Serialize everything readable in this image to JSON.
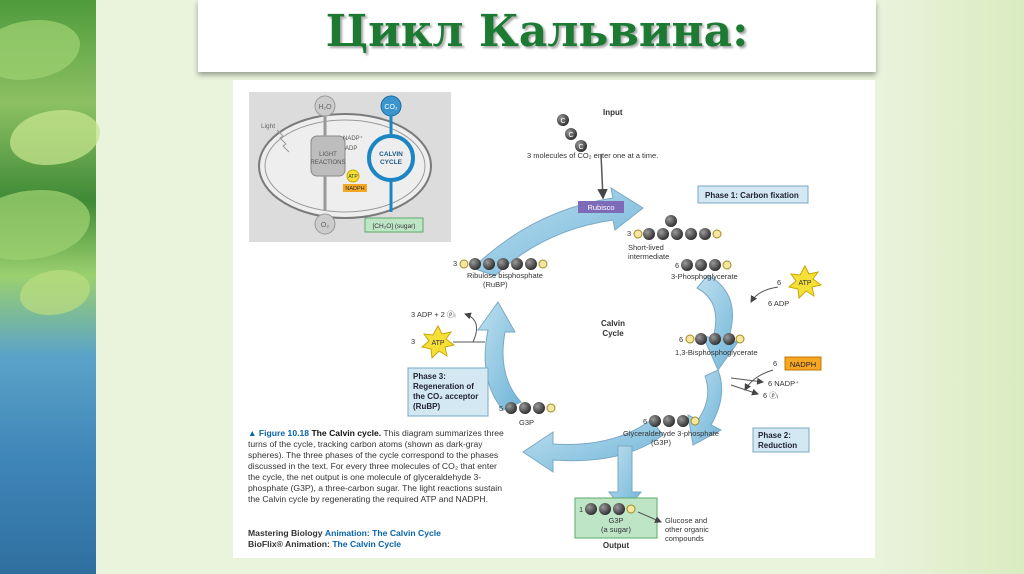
{
  "slide": {
    "title": "Цикл Кальвина:"
  },
  "inset": {
    "h2o": "H₂O",
    "co2": "CO₂",
    "light": "Light",
    "light_reactions_1": "LIGHT",
    "light_reactions_2": "REACTIONS",
    "nadp": "NADP⁺",
    "adp": "ADP",
    "atp": "ATP",
    "nadph": "NADPH",
    "calvin_1": "CALVIN",
    "calvin_2": "CYCLE",
    "o2": "O₂",
    "sugar": "[CH₂O] (sugar)"
  },
  "diagram": {
    "input": "Input",
    "input_desc": "3 molecules of CO₂ enter one at a time.",
    "rubisco": "Rubisco",
    "phase1": "Phase 1: Carbon fixation",
    "intermediate_count": "3",
    "intermediate_1": "Short-lived",
    "intermediate_2": "intermediate",
    "pga_count": "6",
    "pga": "3-Phosphoglycerate",
    "atp_count_1": "6",
    "atp": "ATP",
    "adp_6": "6 ADP",
    "bpg_count": "6",
    "bpg": "1,3-Bisphosphoglycerate",
    "nadph_count": "6",
    "nadph": "NADPH",
    "nadp_6": "6 NADP⁺",
    "pi_6": "6 ⓟᵢ",
    "g3p_count": "6",
    "g3p_1": "Glyceraldehyde 3-phosphate",
    "g3p_2": "(G3P)",
    "phase2_1": "Phase 2:",
    "phase2_2": "Reduction",
    "output_count": "1",
    "output_g3p": "G3P",
    "output_sugar": "(a sugar)",
    "output": "Output",
    "glucose_1": "Glucose and",
    "glucose_2": "other organic",
    "glucose_3": "compounds",
    "g3p5_count": "5",
    "g3p5": "G3P",
    "phase3_1": "Phase 3:",
    "phase3_2": "Regeneration of",
    "phase3_3": "the CO₂ acceptor",
    "phase3_4": "(RuBP)",
    "atp3_count": "3",
    "adp3": "3 ADP + 2 ⓟᵢ",
    "rubp_count": "3",
    "rubp_1": "Ribulose bisphosphate",
    "rubp_2": "(RuBP)",
    "calvin_1": "Calvin",
    "calvin_2": "Cycle",
    "carbon": "C",
    "phosphate": "P"
  },
  "caption": {
    "fig": "▲ Figure 10.18",
    "fig_title": "The Calvin cycle.",
    "text": "This diagram summarizes three turns of the cycle, tracking carbon atoms (shown as dark-gray spheres). The three phases of the cycle correspond to the phases discussed in the text. For every three molecules of CO₂ that enter the cycle, the net output is one molecule of glyceraldehyde 3-phosphate (G3P), a three-carbon sugar. The light reactions sustain the Calvin cycle by regenerating the required ATP and NADPH.",
    "mb_key": "Mastering Biology",
    "mb_val": "Animation: The Calvin Cycle",
    "bf_key": "BioFlix® Animation:",
    "bf_val": "The Calvin Cycle"
  }
}
